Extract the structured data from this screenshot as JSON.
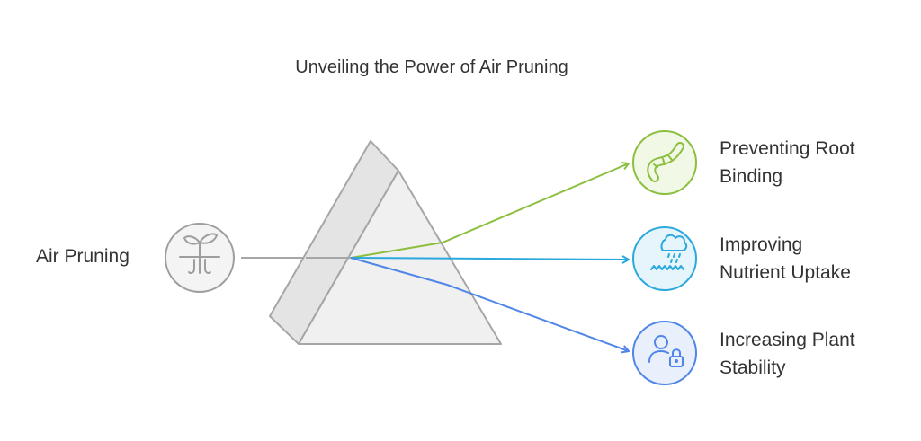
{
  "title": "Unveiling the Power of Air Pruning",
  "input": {
    "label": "Air Pruning",
    "icon": "sprout-roots-icon",
    "color": "#9e9e9e"
  },
  "outputs": [
    {
      "line1": "Preventing Root",
      "line2": "Binding",
      "icon": "worm-icon",
      "color": "#8cbf3f",
      "fill": "#f2f8e6"
    },
    {
      "line1": "Improving",
      "line2": "Nutrient Uptake",
      "icon": "rain-cloud-icon",
      "color": "#2ba8dd",
      "fill": "#e6f5fb"
    },
    {
      "line1": "Increasing Plant",
      "line2": "Stability",
      "icon": "user-lock-icon",
      "color": "#4f86e8",
      "fill": "#e9f0fc"
    }
  ],
  "colors": {
    "prism_fill": "#f0f0f0",
    "prism_stroke": "#a6a6a6",
    "text": "#333333"
  }
}
